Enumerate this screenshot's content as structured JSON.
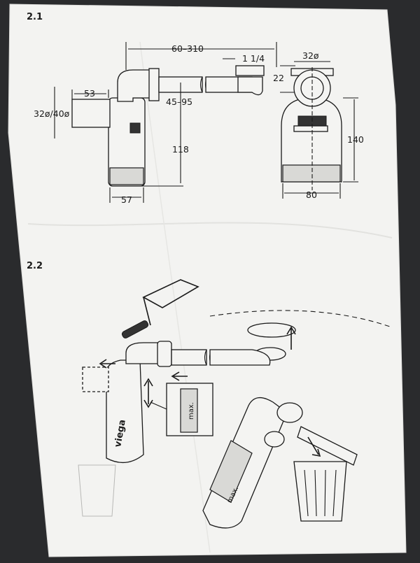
{
  "sections": {
    "s1": "2.1",
    "s2": "2.2"
  },
  "dimensions": {
    "d60_310": "60–310",
    "d1_4": "1 1/4",
    "d22": "22",
    "d32_top": "32ø",
    "d53": "53",
    "d32_40": "32ø/40ø",
    "d45_95": "45–95",
    "d118": "118",
    "d140": "140",
    "d57": "57",
    "d80": "80"
  },
  "labels": {
    "brand": "viega",
    "max1": "max.",
    "max2": "max."
  },
  "colors": {
    "paper": "#f3f3f1",
    "background": "#2a2b2d",
    "ink": "#1a1a1a"
  }
}
